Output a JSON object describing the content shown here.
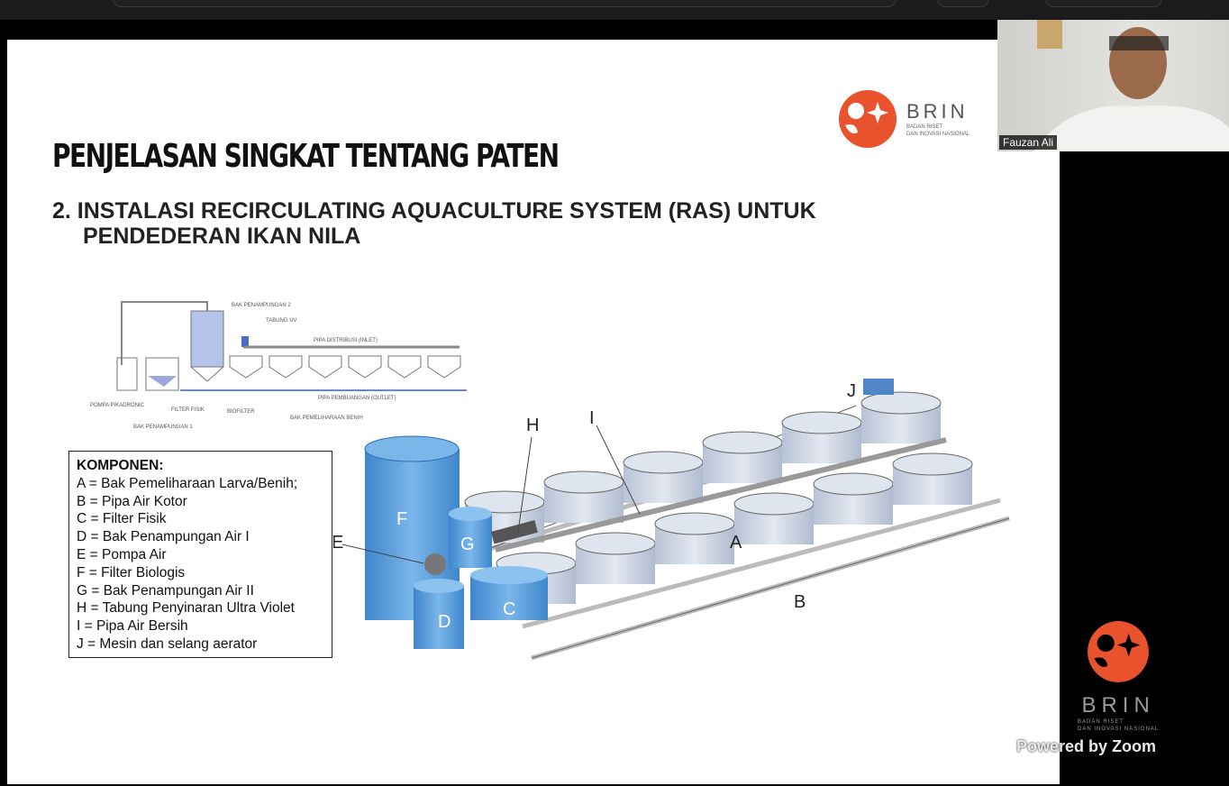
{
  "slide": {
    "title": "PENJELASAN SINGKAT TENTANG PATEN",
    "subtitle_line1": "2. INSTALASI RECIRCULATING AQUACULTURE SYSTEM (RAS) UNTUK",
    "subtitle_line2": "PENDEDERAN IKAN NILA",
    "schematic_labels": [
      "BAK PENAMPUNGAN 2",
      "TABUNG UV",
      "PIPA DISTRIBUSI (INLET)",
      "POMPA PIKADRONIC",
      "FILTER FISIK",
      "BIOFILTER",
      "BAK PEMELIHARAAN BENIH",
      "PIPA PEMBUANGAN (OUTLET)",
      "BAK PENAMPUNGAN 1"
    ],
    "legend": {
      "heading": "KOMPONEN:",
      "items": [
        "A   = Bak Pemeliharaan Larva/Benih;",
        "B   = Pipa Air Kotor",
        "C   = Filter Fisik",
        "D   = Bak Penampungan Air I",
        "E   = Pompa Air",
        "F   = Filter Biologis",
        "G   = Bak Penampungan Air II",
        "H   = Tabung Penyinaran Ultra Violet",
        "I    = Pipa Air Bersih",
        "J   = Mesin dan selang aerator"
      ]
    },
    "diagram_letters": {
      "A": "A",
      "B": "B",
      "C": "C",
      "D": "D",
      "E": "E",
      "F": "F",
      "G": "G",
      "H": "H",
      "I": "I",
      "J": "J"
    },
    "logo": {
      "name": "BRIN",
      "tagline1": "BADAN RISET",
      "tagline2": "DAN INOVASI NASIONAL"
    }
  },
  "video": {
    "participant_name": "Fauzan Ali"
  },
  "watermark": {
    "logo_name": "BRIN",
    "tagline1": "BADAN RISET",
    "tagline2": "DAN INOVASI NASIONAL",
    "powered": "Powered by Zoom"
  },
  "colors": {
    "brin_orange": "#e8532e",
    "tank_blue": "#5b9bd5",
    "tank_light": "#c9d3e3"
  }
}
